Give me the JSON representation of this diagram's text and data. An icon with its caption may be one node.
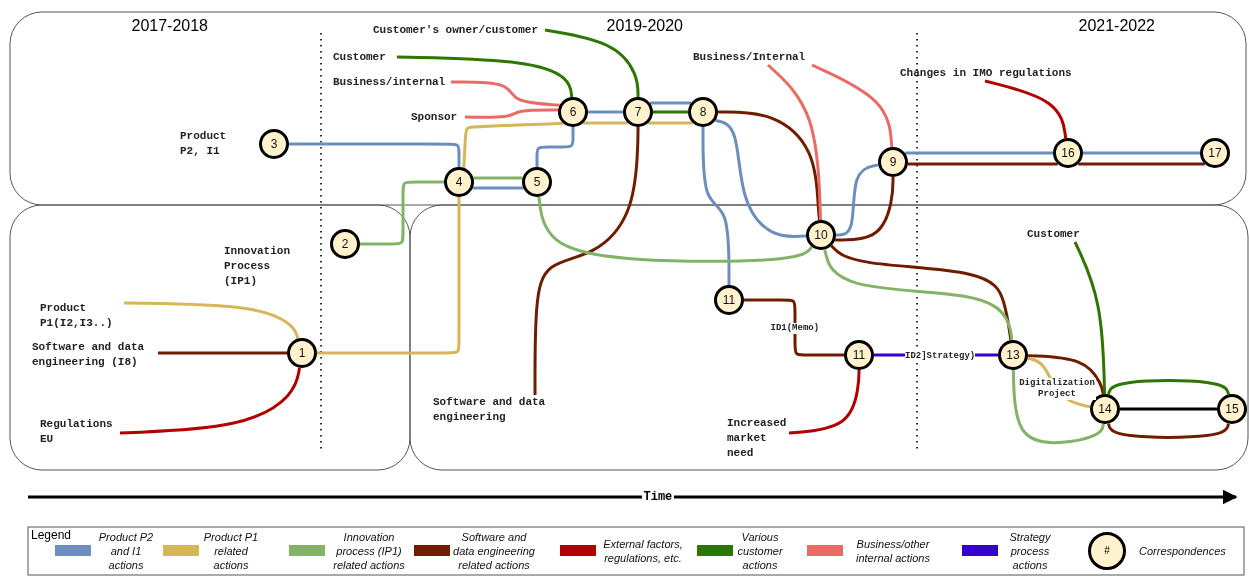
{
  "diagram": {
    "nodes": [
      {
        "text": [
          "Customer's owner/customer"
        ]
      },
      {
        "text": [
          "Customer"
        ]
      },
      {
        "text": [
          "Business/internal"
        ]
      },
      {
        "text": [
          "Business/Internal"
        ]
      },
      {
        "text": [
          "Changes in IMO regulations"
        ]
      },
      {
        "text": [
          "Sponsor"
        ]
      },
      {
        "text": [
          "6"
        ]
      },
      {
        "text": [
          "7"
        ]
      },
      {
        "text": [
          "8"
        ]
      },
      {
        "text": [
          "3"
        ],
        "beside": [
          "Product P2, I1"
        ]
      },
      {
        "text": [
          "16"
        ]
      },
      {
        "text": [
          "17"
        ]
      },
      {
        "text": [
          "9"
        ]
      },
      {
        "text": [
          "4"
        ]
      },
      {
        "text": [
          "5"
        ]
      },
      {
        "text": [
          "Customer"
        ]
      },
      {
        "text": [
          "10"
        ]
      },
      {
        "text": [
          "2"
        ]
      },
      {
        "text": [
          "11"
        ]
      },
      {
        "text": [
          "Product P1(I2,I3..)"
        ]
      },
      {
        "text": [
          "Software and data engineering (I8)"
        ]
      },
      {
        "text": [
          "1"
        ]
      },
      {
        "text": [
          "11"
        ]
      },
      {
        "text": [
          "13"
        ]
      },
      {
        "text": [
          "Software and data engineering"
        ]
      },
      {
        "text": [
          "14"
        ]
      },
      {
        "text": [
          "15"
        ]
      },
      {
        "text": [
          "Increased market need"
        ]
      },
      {
        "text": [
          "Regulations EU"
        ]
      }
    ],
    "edges": [
      {
        "from": 19,
        "to": 21,
        "arrow": "none",
        "color": "#d6b656"
      },
      {
        "from": 20,
        "to": 21,
        "arrow": "none",
        "color": "#701c00"
      },
      {
        "from": 28,
        "to": 21,
        "arrow": "none",
        "color": "#b20000"
      },
      {
        "from": 21,
        "to": 13,
        "arrow": "none",
        "color": "#d6b656"
      },
      {
        "from": 17,
        "to": 13,
        "arrow": "none",
        "color": "#82b366"
      },
      {
        "from": 9,
        "to": 13,
        "arrow": "none",
        "color": "#6c8ebf"
      },
      {
        "from": 13,
        "to": 14,
        "arrow": "none",
        "color": "#82b366"
      },
      {
        "from": 13,
        "to": 14,
        "arrow": "none",
        "color": "#6c8ebf"
      },
      {
        "from": 13,
        "to": 6,
        "arrow": "none",
        "color": "#d6b656"
      },
      {
        "from": 14,
        "to": 6,
        "arrow": "none",
        "color": "#6c8ebf"
      },
      {
        "from": 1,
        "to": 6,
        "arrow": "none",
        "color": "#2d7600"
      },
      {
        "from": 2,
        "to": 6,
        "arrow": "none",
        "color": "#ea6b66"
      },
      {
        "from": 5,
        "to": 6,
        "arrow": "none",
        "color": "#ea6b66"
      },
      {
        "from": 6,
        "to": 7,
        "arrow": "none",
        "color": "#6c8ebf"
      },
      {
        "from": 6,
        "to": 7,
        "arrow": "none",
        "color": "#d6b656"
      },
      {
        "from": 0,
        "to": 7,
        "arrow": "none",
        "color": "#2d7600"
      },
      {
        "from": 7,
        "to": 8,
        "arrow": "none",
        "color": "#6c8ebf"
      },
      {
        "from": 7,
        "to": 8,
        "arrow": "none",
        "color": "#2d7600"
      },
      {
        "from": 7,
        "to": 8,
        "arrow": "none",
        "color": "#d6b656"
      },
      {
        "from": 24,
        "to": 7,
        "arrow": "none",
        "color": "#701c00"
      },
      {
        "from": 8,
        "to": 16,
        "arrow": "none",
        "color": "#701c00"
      },
      {
        "from": 8,
        "to": 16,
        "arrow": "none",
        "color": "#6c8ebf"
      },
      {
        "from": 8,
        "to": 18,
        "arrow": "none",
        "color": "#6c8ebf"
      },
      {
        "from": 3,
        "to": 16,
        "arrow": "none",
        "color": "#ea6b66"
      },
      {
        "from": 3,
        "to": 12,
        "arrow": "none",
        "color": "#ea6b66"
      },
      {
        "from": 14,
        "to": 16,
        "arrow": "none",
        "color": "#82b366"
      },
      {
        "from": 16,
        "to": 12,
        "arrow": "none",
        "color": "#6c8ebf"
      },
      {
        "from": 16,
        "to": 12,
        "arrow": "none",
        "color": "#701c00"
      },
      {
        "from": 12,
        "to": 10,
        "arrow": "none",
        "color": "#6c8ebf"
      },
      {
        "from": 12,
        "to": 10,
        "arrow": "none",
        "color": "#701c00"
      },
      {
        "from": 10,
        "to": 11,
        "arrow": "none",
        "color": "#6c8ebf"
      },
      {
        "from": 10,
        "to": 11,
        "arrow": "none",
        "color": "#701c00"
      },
      {
        "from": 4,
        "to": 10,
        "arrow": "none",
        "color": "#b20000"
      },
      {
        "from": 18,
        "to": 22,
        "label": "ID1(Memo)",
        "arrow": "none",
        "color": "#701c00"
      },
      {
        "from": 27,
        "to": 22,
        "arrow": "none",
        "color": "#b20000"
      },
      {
        "from": 22,
        "to": 23,
        "label": "ID2]Strategy)",
        "arrow": "none",
        "color": "#3300cc"
      },
      {
        "from": 16,
        "to": 23,
        "arrow": "none",
        "color": "#701c00"
      },
      {
        "from": 16,
        "to": 23,
        "arrow": "none",
        "color": "#82b366"
      },
      {
        "from": 23,
        "to": 25,
        "arrow": "none",
        "color": "#701c00"
      },
      {
        "from": 23,
        "to": 25,
        "arrow": "none",
        "color": "#82b366"
      },
      {
        "from": 23,
        "to": 25,
        "label": "Digitalization Project",
        "arrow": "none",
        "color": "#d6b656"
      },
      {
        "from": 15,
        "to": 25,
        "arrow": "none",
        "color": "#2d7600"
      },
      {
        "from": 25,
        "to": 26,
        "arrow": "none",
        "color": "#000000"
      },
      {
        "from": 25,
        "to": 26,
        "arrow": "none",
        "color": "#2d7600"
      },
      {
        "from": 25,
        "to": 26,
        "arrow": "none",
        "color": "#701c00"
      }
    ],
    "labels": [
      "2017-2018",
      "2019-2020",
      "2021-2022",
      "Innovation Process (IP1)",
      "Time",
      "Legend",
      "#"
    ],
    "legend": [
      {
        "text": "Product P2 and I1 actions",
        "color": "#6c8ebf"
      },
      {
        "text": "Product P1 related actions",
        "color": "#d6b656"
      },
      {
        "text": "Innovation process (IP1) related actions",
        "color": "#82b366"
      },
      {
        "text": "Software and data engineering related actions",
        "color": "#701c00"
      },
      {
        "text": "External factors, regulations, etc.",
        "color": "#b20000"
      },
      {
        "text": "Various customer actions",
        "color": "#2d7600"
      },
      {
        "text": "Business/other internal actions",
        "color": "#ea6b66"
      },
      {
        "text": "Strategy process actions",
        "color": "#3300cc"
      },
      {
        "text": "Correspondences"
      }
    ]
  }
}
